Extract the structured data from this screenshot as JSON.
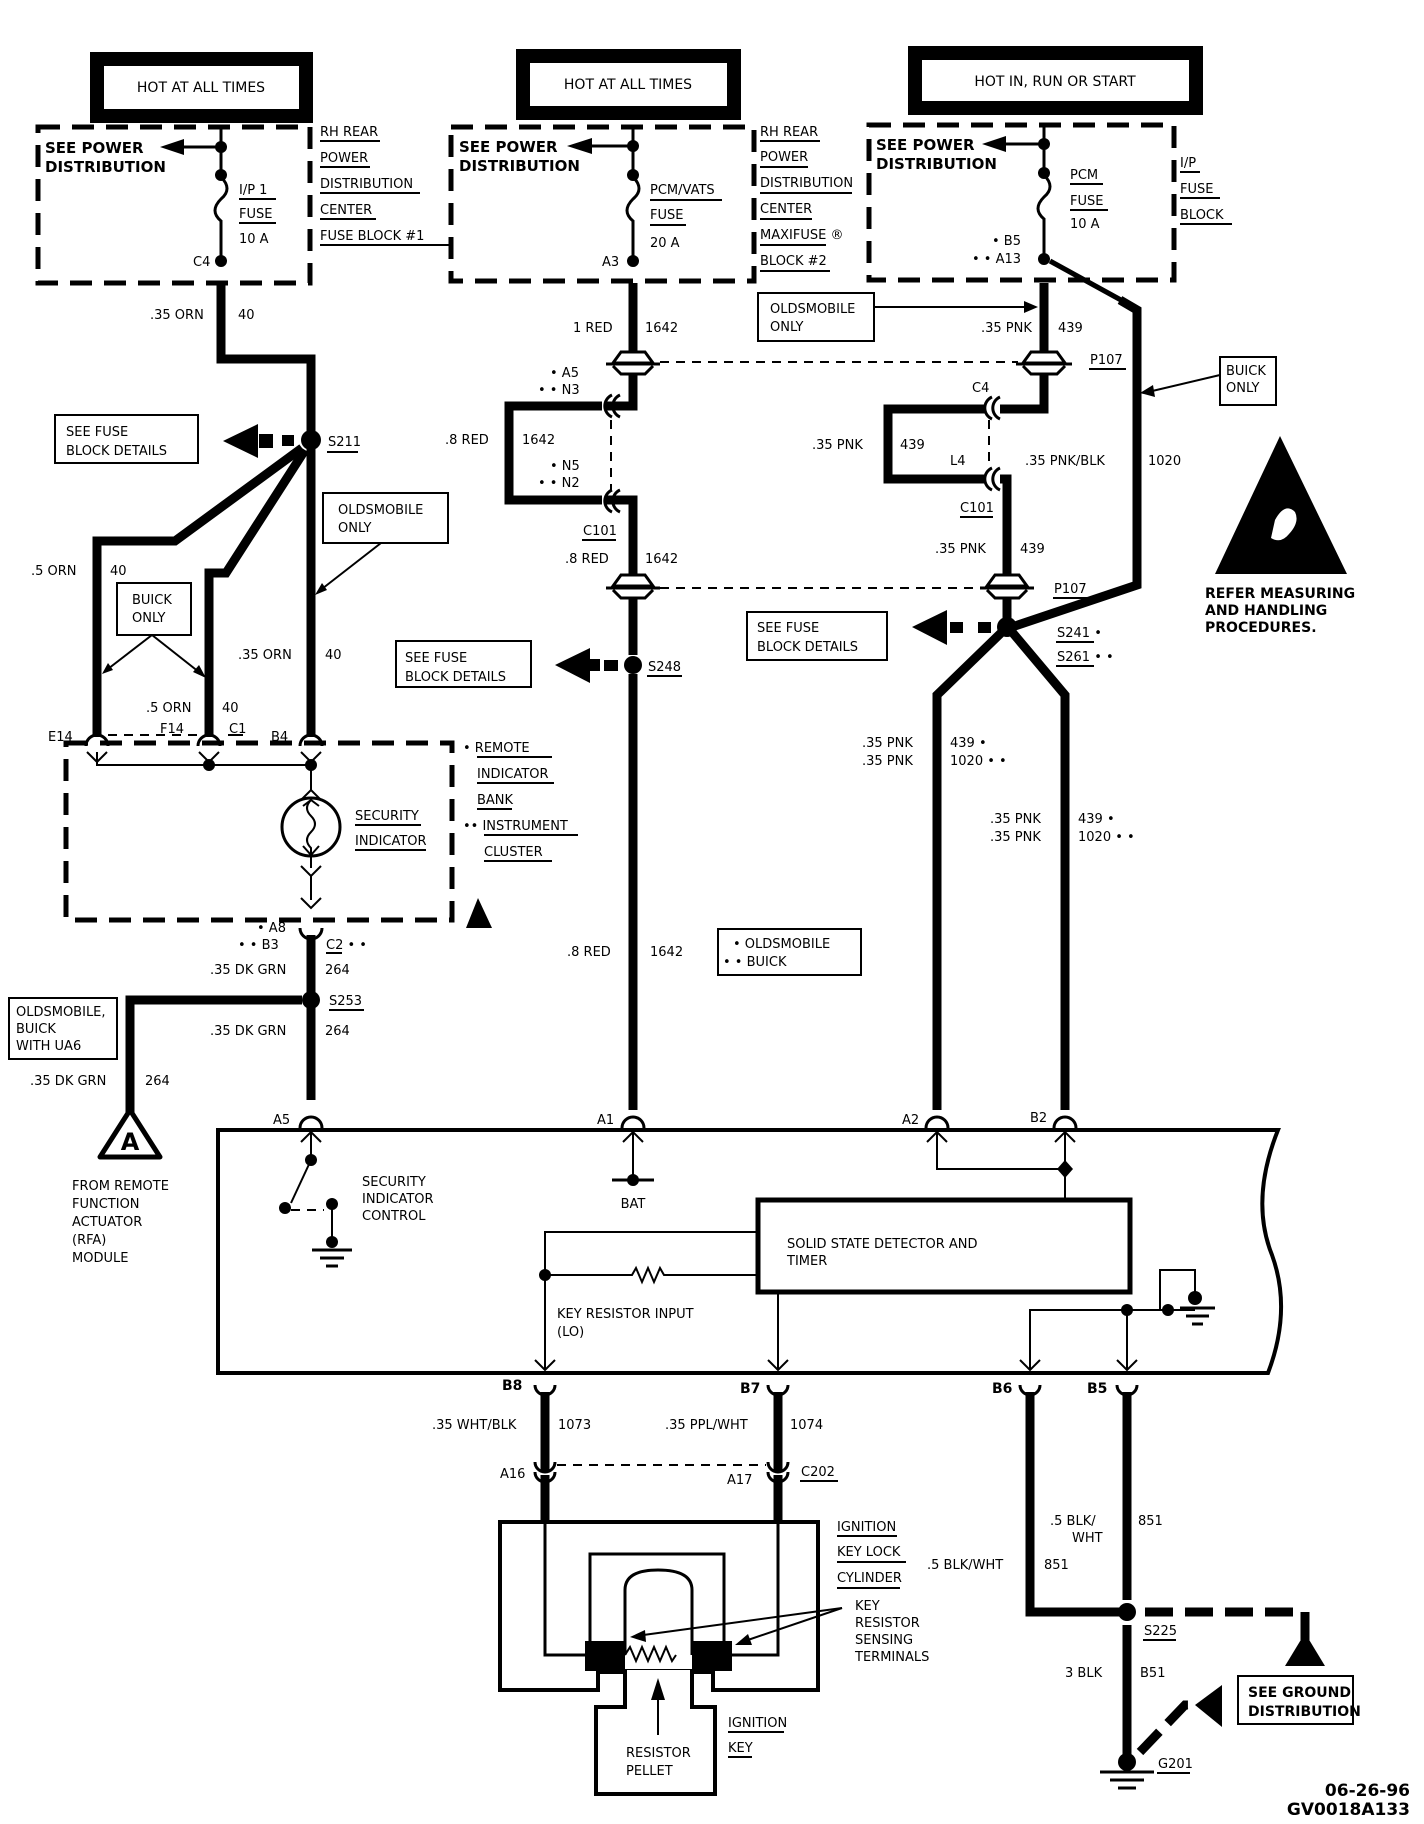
{
  "diagram": {
    "title_code": "GV0018A133",
    "date": "06-26-96",
    "colors": {
      "line": "#000000",
      "background": "#ffffff"
    },
    "power_sources": [
      {
        "header": "HOT AT ALL TIMES",
        "see": [
          "SEE POWER",
          "DISTRIBUTION"
        ],
        "fuse": [
          "I/P 1",
          "FUSE",
          "10 A"
        ],
        "terminal": "C4",
        "location": [
          "RH REAR",
          "POWER",
          "DISTRIBUTION",
          "CENTER",
          "FUSE BLOCK #1"
        ]
      },
      {
        "header": "HOT AT ALL TIMES",
        "see": [
          "SEE POWER",
          "DISTRIBUTION"
        ],
        "fuse": [
          "PCM/VATS",
          "FUSE",
          "20 A"
        ],
        "terminal": "A3",
        "location": [
          "RH REAR",
          "POWER",
          "DISTRIBUTION",
          "CENTER",
          "MAXIFUSE ®",
          "BLOCK #2"
        ]
      },
      {
        "header": "HOT IN, RUN OR START",
        "see": [
          "SEE POWER",
          "DISTRIBUTION"
        ],
        "fuse": [
          "PCM",
          "FUSE",
          "10 A"
        ],
        "terminal_1": "• B5",
        "terminal_2": "• • A13",
        "location": [
          "I/P",
          "FUSE",
          "BLOCK"
        ]
      }
    ],
    "wires": {
      "w40_top": {
        "gauge": ".35 ORN",
        "circuit": "40"
      },
      "w40_left": {
        "gauge": ".5 ORN",
        "circuit": "40"
      },
      "w40_mid": {
        "gauge": ".5 ORN",
        "circuit": "40"
      },
      "w40_right": {
        "gauge": ".35 ORN",
        "circuit": "40"
      },
      "w1642_a": {
        "gauge": "1 RED",
        "circuit": "1642"
      },
      "w1642_b": {
        "gauge": ".8 RED",
        "circuit": "1642"
      },
      "w1642_c": {
        "gauge": ".8 RED",
        "circuit": "1642"
      },
      "w1642_d": {
        "gauge": ".8 RED",
        "circuit": "1642"
      },
      "w439_a": {
        "gauge": ".35 PNK",
        "circuit": "439"
      },
      "w439_b": {
        "gauge": ".35 PNK",
        "circuit": "439"
      },
      "w439_c": {
        "gauge": ".35 PNK",
        "circuit": "439"
      },
      "w1020": {
        "gauge": ".35 PNK/BLK",
        "circuit": "1020"
      },
      "wA2_1": {
        "gauge": ".35 PNK",
        "circuit": "439 •"
      },
      "wA2_2": {
        "gauge": ".35 PNK",
        "circuit": "1020 • •"
      },
      "wB2_1": {
        "gauge": ".35 PNK",
        "circuit": "439 •"
      },
      "wB2_2": {
        "gauge": ".35 PNK",
        "circuit": "1020 • •"
      },
      "w264_a": {
        "gauge": ".35 DK GRN",
        "circuit": "264"
      },
      "w264_b": {
        "gauge": ".35 DK GRN",
        "circuit": "264"
      },
      "w264_c": {
        "gauge": ".35 DK GRN",
        "circuit": "264"
      },
      "w1073": {
        "gauge": ".35 WHT/BLK",
        "circuit": "1073"
      },
      "w1074": {
        "gauge": ".35 PPL/WHT",
        "circuit": "1074"
      },
      "w851_a": {
        "gauge_1": ".5 BLK/",
        "gauge_2": "WHT",
        "circuit": "851"
      },
      "w851_b": {
        "gauge": ".5 BLK/WHT",
        "circuit": "851"
      },
      "w851_c": {
        "gauge": "3 BLK",
        "circuit": "B51"
      }
    },
    "splices": {
      "s211": "S211",
      "s248": "S248",
      "s241": "S241 •",
      "s261": "S261 • •",
      "s253": "S253",
      "s225": "S225",
      "g201": "G201"
    },
    "connectors": {
      "p107_a": "P107",
      "p107_b": "P107",
      "c101_a": "C101",
      "c101_b": "C101",
      "c4": "C4",
      "l4": "L4",
      "a5n3_1": "• A5",
      "a5n3_2": "• • N3",
      "n5n2_1": "• N5",
      "n5n2_2": "• • N2",
      "e14": "E14",
      "f14": "F14",
      "c1": "C1",
      "b4": "B4",
      "a8": "• A8",
      "b3": "• • B3",
      "c2": "C2 • •",
      "a5": "A5",
      "a1": "A1",
      "a2": "A2",
      "b2": "B2",
      "b8": "B8",
      "b7": "B7",
      "b6": "B6",
      "b5": "B5",
      "a16": "A16",
      "a17": "A17",
      "c202": "C202"
    },
    "callouts": {
      "see_fuse_1": [
        "SEE FUSE",
        "BLOCK DETAILS"
      ],
      "see_fuse_2": [
        "SEE FUSE",
        "BLOCK DETAILS"
      ],
      "see_fuse_3": [
        "SEE FUSE",
        "BLOCK DETAILS"
      ],
      "olds_only_1": [
        "OLDSMOBILE",
        "ONLY"
      ],
      "olds_only_2": [
        "OLDSMOBILE",
        "ONLY"
      ],
      "buick_only_1": [
        "BUICK",
        "ONLY"
      ],
      "buick_only_2": [
        "BUICK",
        "ONLY"
      ],
      "legend": [
        "• OLDSMOBILE",
        "• • BUICK"
      ],
      "olds_buick_ua6": [
        "OLDSMOBILE,",
        "BUICK",
        "WITH UA6"
      ],
      "see_ground": [
        "SEE GROUND",
        "DISTRIBUTION"
      ],
      "esd_note": [
        "REFER MEASURING",
        "AND HANDLING",
        "PROCEDURES."
      ]
    },
    "components": {
      "indicator_location": [
        "• REMOTE",
        "INDICATOR",
        "BANK",
        "•• INSTRUMENT",
        "CLUSTER"
      ],
      "security_indicator": [
        "SECURITY",
        "INDICATOR"
      ],
      "rfa_marker": "A",
      "rfa_label": [
        "FROM REMOTE",
        "FUNCTION",
        "ACTUATOR",
        "(RFA)",
        "MODULE"
      ],
      "sic_label": [
        "SECURITY",
        "INDICATOR",
        "CONTROL"
      ],
      "bat_label": "BAT",
      "detector_label": [
        "SOLID STATE DETECTOR AND",
        "TIMER"
      ],
      "key_input_label": [
        "KEY RESISTOR INPUT",
        "(LO)"
      ],
      "lock_cylinder": [
        "IGNITION",
        "KEY LOCK",
        "CYLINDER"
      ],
      "sensing_terminals": [
        "KEY",
        "RESISTOR",
        "SENSING",
        "TERMINALS"
      ],
      "ignition_key": [
        "IGNITION",
        "KEY"
      ],
      "resistor_pellet": [
        "RESISTOR",
        "PELLET"
      ]
    }
  }
}
